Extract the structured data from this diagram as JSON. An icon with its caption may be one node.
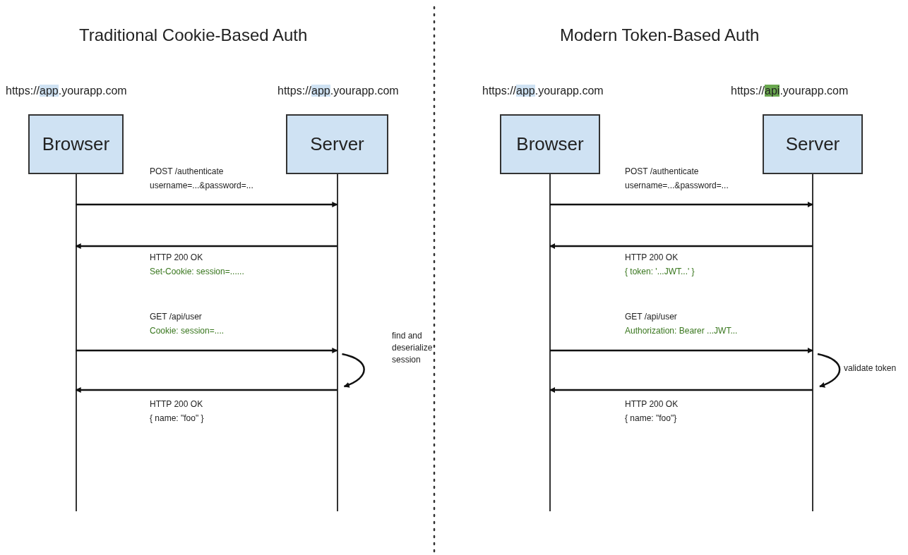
{
  "diagram": {
    "nodes": [
      {
        "text": [
          "Browser"
        ],
        "beside": [
          "https://app.yourapp.com"
        ]
      },
      {
        "text": [
          "Server"
        ],
        "beside": [
          "https://app.yourapp.com"
        ]
      },
      {
        "text": [
          "Browser"
        ],
        "beside": [
          "https://app.yourapp.com"
        ]
      },
      {
        "text": [
          "Server"
        ],
        "beside": [
          "https://api.yourapp.com"
        ]
      }
    ],
    "edges": [
      {
        "from": 0,
        "to": 1,
        "arrow": "to",
        "label": "POST /authenticate"
      },
      {
        "from": 1,
        "to": 0,
        "arrow": "to",
        "label": "HTTP 200 OK"
      },
      {
        "from": 0,
        "to": 1,
        "arrow": "to",
        "label": "GET /api/user"
      },
      {
        "from": 1,
        "to": 1,
        "arrow": "to",
        "label": "find and deserialize session"
      },
      {
        "from": 1,
        "to": 0,
        "arrow": "to",
        "label": "HTTP 200 OK"
      },
      {
        "from": 2,
        "to": 3,
        "arrow": "to",
        "label": "POST /authenticate"
      },
      {
        "from": 3,
        "to": 2,
        "arrow": "to",
        "label": "HTTP 200 OK"
      },
      {
        "from": 2,
        "to": 3,
        "arrow": "to",
        "label": "GET /api/user"
      },
      {
        "from": 3,
        "to": 3,
        "arrow": "to",
        "label": "validate token"
      },
      {
        "from": 3,
        "to": 2,
        "arrow": "to",
        "label": "HTTP 200 OK"
      }
    ],
    "labels": [
      "Traditional Cookie-Based Auth",
      "Modern Token-Based Auth",
      "username=...&password=...",
      "Set-Cookie: session=......",
      "Cookie: session=....",
      "{ name: \"foo\" }",
      "username=...&password=...",
      "{ token: '...JWT...' }",
      "Authorization: Bearer ...JWT...",
      "{ name: \"foo\"}"
    ]
  }
}
